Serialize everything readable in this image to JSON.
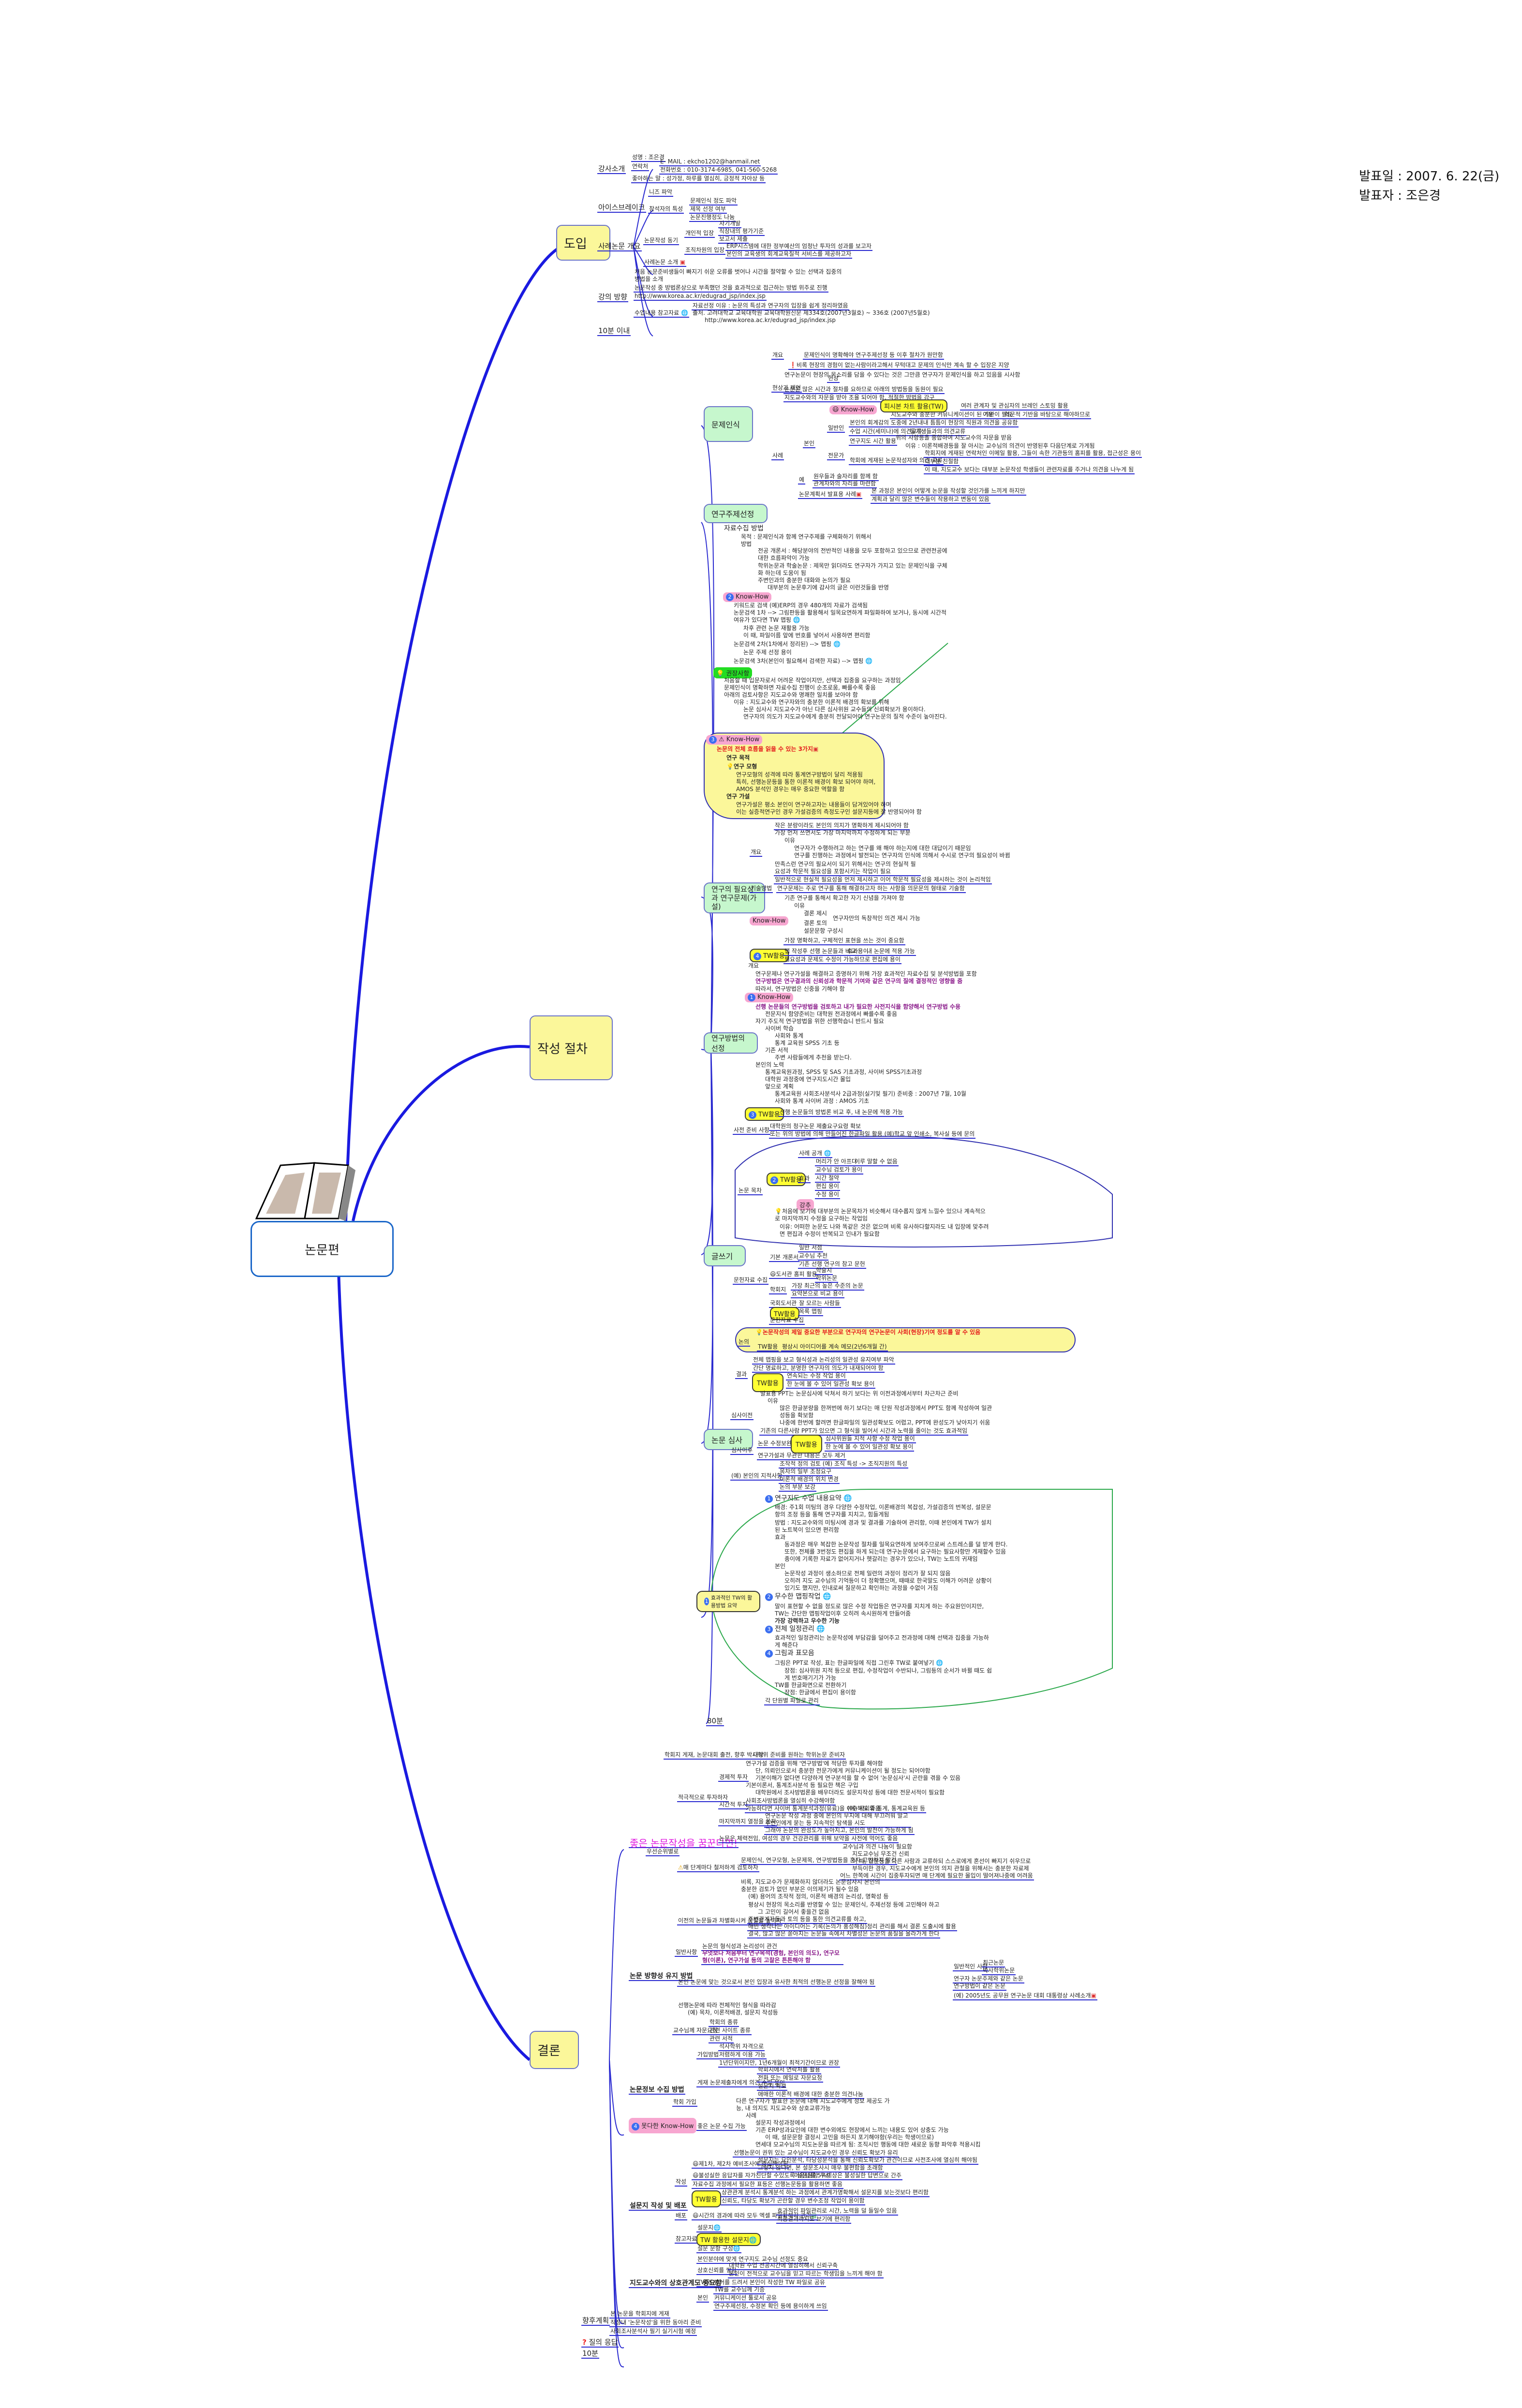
{
  "header": {
    "date": "발표일 : 2007. 6. 22(금)",
    "presenter": "발표자 : 조은경"
  },
  "central": {
    "label": "논문편"
  },
  "sections": {
    "intro": {
      "label": "도입",
      "instructor": {
        "label": "강사소개",
        "name": "성명 : 조은경",
        "contact": "연락처",
        "email": "E- MAIL : ekcho1202@hanmail.net",
        "phone": "전화번호 : 010-3174-6985, 041-560-5268",
        "motto": "좋아하는 말 : 성가정, 하루를 열심히,  긍정적 자아상 등"
      },
      "icebreak": {
        "label": "아이스브레이크",
        "needs": "니즈 파악",
        "traits": "참석자의 특성",
        "t1": "문제인식 정도 파악",
        "t2": "제목 선정 여부",
        "t3": "논문진행정도 나눔"
      },
      "case": {
        "label": "사례논문 개요",
        "motive": "논문작성 동기",
        "personal": "개인적 입장",
        "p1": "자기개발",
        "p2": "직장내의 평가기준",
        "p3": "보고서 제출",
        "org": "조직차원의 입장",
        "o1": "ERP시스템에 대한 정부예산의 엄청난 투자의 성과를 보고자",
        "o2": "본인의 교육생의 회계교육질적 서비스를 제공하고자",
        "intro": "사례논문 소개"
      },
      "direction": {
        "label": "강의 방향",
        "d1": "처음 논문준비생들이 빠지기 쉬운 오류를 벗어나 시간을 절약할 수 있는 선택과 집중의 방법을 소개",
        "d2": "논문작성 중 방법론상으로 부족했던 것을 효과적으로 접근하는 방법 위주로 진행",
        "url": "http://www.korea.ac.kr/edugrad_jsp/index.jsp",
        "ref": "수업내용 참고자료",
        "r1": "자료선정 이유 : 논문의 특성과 연구자의 입장을 쉽게 정리하였음",
        "r2": "출처. 고려대학교 교육대학원 교육대학원신문 제334호(2007년3월호) ~ 336호 (2007년5월호)",
        "r3": "http://www.korea.ac.kr/edugrad_jsp/index.jsp"
      },
      "time": "10분 이내"
    },
    "process": {
      "label": "작성 절차",
      "problem": {
        "label": "문제인식",
        "overview": "개요",
        "overview_text": "문제인식이 명확해야 연구주제선정 등 이후 절차가 원만함",
        "status": "현상과 제언",
        "phenomenon": "현상",
        "ph1": "비록 현장의 경험이 없는사람이라고해서 무턱대고 문제의 인식만 계속 할 수 입장은 지양",
        "ph2": "연구논문이 현장의 목소리를 담을 수 있다는 것은 그만큼 연구자가 문제인식을 하고 있음을 시사함",
        "ph3": "논문은 많은 시간과 절차를 요하므로 아래의 방법등을 동원이 필요",
        "ph4": "지도교수와의 자문을 받아 조율 되어야 함, 적절한 방법을 강구",
        "knowhow": "Know-How",
        "fishbone": "피시본 차트 활용(TW)",
        "fb1": "여러 관계자 및 관심자의 브레인 스토밍 활용",
        "comm": "지도교수와 충분한 커뮤니케이션이 된 기반이 필요",
        "reason": "이유",
        "academic": "학문적 기반을 바탕으로 해야하므로",
        "cases": "사례",
        "self": "본인",
        "general": "일반인",
        "g1": "본인의 회계감의 도중에 2년내내 틈틈이 현장의 직원과 의견을 공유함",
        "g2": "수업 시간(세미나)에 의견교류",
        "g3": "동기생들과의 의견교류",
        "expert": "전문가",
        "e_time": "연구지도 시간 활용",
        "e1": "위의 사항등을 종합하여 지도교수의 자문을 받음",
        "e2": "이유 : 이론적배경등을 잘 아시는 교수님의 의견이 반영된후 다음단계로 가게됨",
        "e_conf": "학회에 게재된 논문작성자와 의견 교류",
        "c1": "학회지에 게재된 연락처인 이메일 활용, 그들이 속한 기관등의 홈피를 활용, 접근성은 용이",
        "c2": "대부분 친절함",
        "c3": "이 때, 지도교수 보다는 대부분 논문작성 학생들이 관련자료를 주거나 의견을 나누게 됨",
        "ex": "예",
        "ex1": "원우들과 술자리를 함께 함",
        "ex2": "관계자와의 자리를 마련함",
        "plan": "논문계획서 발표용 사례",
        "pl1": "본 과정은 본인이 어떻게 논문을 작성할 것인가를 느끼게 하지만",
        "pl2": "계획과 달리 많은 변수들이 작용하고 변동이 있음"
      },
      "topic": {
        "label": "연구주제선정",
        "collect": "자료수집 방법",
        "purpose": "목적 : 문제인식과 함께 연구주제를 구체화하기 위해서",
        "method": "방법",
        "m1": "전공 개론서 : 해당분야의 전반적인 내용을 모두 포함하고 있으므로 관련전공에 대한 흐름파악이 가능",
        "m2": "학위논문과 학술논문 : 제목만 읽더라도 연구자가 가지고 있는 문제인식을 구체화 하는데 도움이 됨",
        "m3": "주변인과의 충분한 대화와 논의가 필요",
        "m3a": "대부분의 논문후기에 감사의 글은 이런것들을 반영",
        "kh2": "Know-How",
        "k1": "키워드로 검색 (예)ERP의 경우 480개의 자료가 검색됨",
        "k2": "논문검색 1차 --> 그림판등을 활용해서 일목요연하게 파일화하여 보거나, 동시에 시간적 여유가 있다면 TW 맵핑",
        "k2a": "차후 관련 논문 재활용 가능",
        "k2b": "이 때, 파일이름 앞에 번호를 넣어서 사용하면 편리함",
        "k3": "논문검색 2차(1차에서 정리된) --> 맵핑",
        "k3a": "논문 주제 선정 용이",
        "k4": "논문검색 3차(본인이 필요해서 검색한 자료) --> 맵핑",
        "rec": "권장사항",
        "r1": "처음할 때 입문자로서 어려운 작업이지만, 선택과 집중을 요구하는 과정임",
        "r2": "문제인식이 명확하면 자료수집 진행이 순조로움, 빠를수록 좋음",
        "r3": "아래의 검토사항은 지도교수와 명쾌한 일치를 보아야 함",
        "r3a": "이유 : 지도교수와 연구자와의 충분한 이론적 배경의 확보를 위해",
        "r3b": "논문 심사시 지도교수가 아닌 다른 심사위원 교수들의 신뢰확보가 용이하다.",
        "r3c": "연구자의 의도가 지도교수에게 충분히 전달되어야 연구논문의 질적 수준이 높아진다.",
        "kh3": "Know-How",
        "flow": "논문의 전체 흐름을 읽을 수 있는 3가지",
        "f1": "연구 목적",
        "f2": "연구 모형",
        "f2a": "연구모형의 성격에 따라 통계연구방법이 달리 적용됨",
        "f2b": "특히, 선행논문등을 통한 이론적 배경이 확보 되어야 하며, AMOS 분석인 경우는 매우 중요한 역할을 함",
        "f3": "연구 가설",
        "f3a": "연구가설은 평소 본인이 연구하고자는 내용들이 담겨있어야 하며",
        "f3b": "이는 실증적연구인 경우 가설검증의 측정도구인 설문지등에 잘 반영되어야 함"
      },
      "necessity": {
        "label": "연구의 필요성과 연구문제(가설)",
        "overview": "개요",
        "o1": "작은 분량이라도 본인의 의지가 명확하게 제시되어야 함",
        "o2": "가장 먼저 쓰면서도 가장 마지막까지 수정하게 되는 부분",
        "reason": "이유",
        "o2a": "연구자가 수행하려고 하는 연구를 왜 해야 하는지에 대한 대답이기 때문임",
        "o2b": "연구를 진행하는 과정에서 발전되는 연구자의 인식에 의해서 수시로 연구의 필요성이 바뀜",
        "o3": "만족스런 연구의 필요서이 되기 위해서는 연구의 현실적 필요성과 학문적 필요성을 포함시키는 작업이 필요",
        "o4": "일반적으로 현실적 필요성을 먼저 제시하고 이어 학문적 필요성을 제시하는 것이 논리적임",
        "desc": "기술방법",
        "desc1": "연구문제는 주로 연구를 통해 해결하고자 하는 사항을 의문문의 형태로 기술함",
        "kh": "Know-How",
        "k1": "기존 연구를 통해서 확고한 자기 신념을 가져야 함",
        "k1r": "이유",
        "k1a": "결론 제시",
        "k1b": "결론 토의",
        "k1c": "설문문항 구성시",
        "k1d": "연구자만의 독창적인 의견 제시 가능",
        "k2": "가장 명확하고, 구체적인 표현을 쓰는 것이 중요함",
        "tw": "TW활용",
        "tw1": "맵 작성후 선행 논문들과 비교 용이",
        "tw1e": "효과",
        "tw1f": "내 논문에 적용 가능",
        "tw2": "필요성과 문제도 수정이 가능하므로 편집에 용이"
      },
      "method": {
        "label": "연구방법의 선정",
        "overview": "개요",
        "o1": "연구문제나 연구가설을 해결하고 증명하기 위해 가장 효과적인 자료수집 및 분석방법을 포함",
        "o2": "연구방법은 연구결과의 신뢰성과 학문적 기여와 같은 연구의 질에 결정적인 영향을 줌",
        "o3": "따라서, 연구방법은 신중을 기해야 함",
        "kh": "Know-How",
        "k1": "선행 논문들의 연구방법을 검토하고 내가 필요한 사전지식을 함양해서 연구방법 수용",
        "k1a": "전문지식 함양준비는 대학원 전과정에서 빠를수록 좋음",
        "k2": "자기 주도적 연구방법을 위한 선행학습니 반드시 필요",
        "cyber": "사이버 학습",
        "cy1": "사회와 통계",
        "cy2": "통계 교육원 SPSS 기초 등",
        "books": "기존 서적",
        "b1": "주변 사람들에게 추천을 받는다.",
        "effort": "본인의 노력",
        "ef1": "통계교육원과정, SPSS 및 SAS 기초과정, 사이버 SPSS기초과정",
        "ef2": "대학원 과정중에 연구지도시간 몰입",
        "future": "앞으로 계획",
        "fu1": "통계교육원 사회조사분석사 2급과정(실기및 필기) 준비중 : 2007년 7월, 10월",
        "fu2": "사회와 통계 사이버 과정 : AMOS 기초",
        "tw": "TW활용",
        "tw1": "선행 논문들의 방법론 비교 후, 내 논문에 적용 가능"
      },
      "writing": {
        "label": "글쓰기",
        "prep": "사전 준비 사항",
        "prep1": "대학원의 청구논문 제출요구요령 확보",
        "prep2": "또는 위의 방법에 의해 만들어진 한글파일 활용 (예)학교 앞 인쇄소, 복사실 등에 문의",
        "toc": "논문 목차",
        "tw": "TW활용",
        "case": "사례 공개",
        "effect": "효과",
        "ef0": "머리가 안 아프다",
        "ef0b": "이루 말할 수 없음",
        "ef1": "교수님 검토가 용이",
        "ef2": "시간 절약",
        "ef3": "편집 용이",
        "ef4": "수정 용이",
        "stress": "강추",
        "toc_note": "처음에 보기에 대부분의 논문목차가 비슷해서 대수롭지 않게 느낄수 있으나 계속적으로 마지막까지 수정을 요구하는 작업임",
        "toc_reason": "이유: 어떠한 논문도 나와 똑같은 것은 없으며 비록 유사하다할지라도 내 입장에 맞추려면 편집과 수정이 반복되고 인내가 필요함",
        "lit": "문헌자료 수집",
        "basic": "기본 개론서",
        "bs1": "일반 서점",
        "bs2": "교수님 추천",
        "bs3": "기존 선행 연구의 참고 문헌",
        "lib": "도서관 홈피 활용",
        "lib1": "학술지",
        "lib2": "학위논문",
        "journal": "학회지",
        "j1": "가장 최근의 높은 수준의 논문",
        "j2": "요약본으로 비교 용이",
        "natlib": "국회도서관",
        "nl1": "잘 모르는 사람들",
        "tw2": "TW활용",
        "tw2a": "목록 맵핑",
        "lit2": "문헌자료 수집",
        "disc": "논의",
        "disc1": "논문작성의 제일 중요한 부분으로 연구자의 연구논문이 사회(현장)기여 정도를 알 수 있음",
        "disc_tw": "TW활용",
        "disc2": "평상시 아이디어를 계속 메모(2년6개월 간)",
        "result": "결과",
        "res1": "전체 맵핑을 보고 형식성과 논리성의 일관성 유지여부 파악",
        "res2": "간단 명료하고, 분명한 연구자의 의도가 내재되어야 함",
        "res_tw": "TW활용",
        "res3": "연속되는 수정 작업 용이",
        "res4": "한 눈에 볼 수 있어 일관성 확보 용이"
      },
      "review": {
        "label": "논문 심사",
        "before": "심사이전",
        "b1": "발표용 PPT는 논문심사에 닥쳐서 하기 보다는 위 이전과정에서부터 차근차근 준비",
        "b1r": "이유",
        "b1a": "많은 한글분량을 한꺼번에 하기 보다는 매 단원 작성과정에서 PPT도 함께 작성하여 일관성등을 확보함",
        "b1b": "나중에 한번에 할려면 한글파일의 일관성확보도 어렵고, PPT에 완성도가 낮아지기 쉬움",
        "b2": "기존의 다른사람 PPT가 있으면 그 형식을 빌어서 시간과 노력을 줄이는 것도 효과적임",
        "after": "심사이후",
        "a1": "논문 수정보완",
        "a_tw": "TW활용",
        "a1a": "심사위원들 지적 사항 수정 작업 용이",
        "a1b": "한 눈에 볼 수 있어 일관성 확보 용이",
        "a2": "연구가설과 무관한 내용은 모두 제거",
        "mine": "(예) 본인의 지적사항",
        "mi1": "조작적 정의 검토 (예) 조직 특성 -> 조직지원의 특성",
        "mi2": "목차의 일부 조정요구",
        "mi3": "이론적 배경의 위치 변경",
        "mi4": "논의 부분 보강"
      },
      "summary": {
        "label": "효과적인 TW의 활용방법 요약",
        "s1": "연구지도 수업 내용요약",
        "s1a": "배경: 주1회 미팅의 경우 다양한 수정작업, 이론배경의 복잡성, 가설검증의 번복성, 설문문항의 조정 등을 통해 연구자를 지치고, 힘들게됨",
        "s1b": "방법 : 지도교수와의 미팅시에 경과 및 결과를 기술하여 관리함, 이때 본인에게 TW가 설치된 노트북이 있으면 편리함",
        "s1c": "효과",
        "s1c1": "동과정은 매우 복잡한 논문작성 절차를 일목요연하게 보여주므로써 스트레스를 덜 받게 한다.",
        "s1c2": "또한, 전체를 3번정도 편집을 하게 되는데 연구논문에서 요구하는 필요사항만 게재할수 있음",
        "s1c3": "종이에 기록한 자료가 없어지거나 헷갈리는 경우가 있으나, TW는 노트의 귀재임",
        "s1d": "본인",
        "s1d1": "논문작성 과정이 생소하므로 전체 일련의 과정이 정리가 잘 되지 않음",
        "s1d2": "오히려 지도 교수님의 기억등이 더 정확했으며, 때때로 한국말도 이해가 어려운 상황이 있기도 했지만, 인내로써 질문하고 확인하는 과정을 수없이 거침",
        "s2": "무수한 맵핑작업",
        "s2a": "말이 표현할 수 없을 정도로 많은 수정 작업등은 연구자를 지치게 하는 주요원인이지만, TW는 간단한 맵핑작업이후 오히려 속시원하게 만들어줌",
        "s2b": "가장 강력하고 우수한 기능",
        "s3": "전체 일정관리",
        "s3a": "효과적인 일정관리는 논문작성에 부담감을 덜어주고 전과정에 대해 선택과 집중을 가능하게 해준다",
        "s4": "그림과 표모음",
        "s4a": "그림은 PPT로 작성, 표는 한글파일에 직접 그린후 TW로 붙여넣기",
        "s4a1": "장점: 심사위원 지적 등으로 편집, 수정작업이 수반되나, 그림등의 순서가 바뀔 때도 쉽게 번호매기기가 가능",
        "s4b": "TW를 한글화면으로 전환하기",
        "s4b1": "장점: 한글에서 편집이 용이함",
        "s5": "각 단원별 파일로 관리"
      },
      "time": "80분"
    },
    "conclusion": {
      "label": "결론",
      "dream": {
        "label": "좋은 논문작성을 꿈꾼다면!",
        "target": "대상",
        "target1": "학회지 게재, 논문대회 출전, 향후 박사학위 준비를 원하는 학위논문 준비자",
        "priority": "우선순위별로",
        "invest": "적극적으로 투자하자",
        "econ": "경제적 투자",
        "ec1": "연구가설 검증을 위해 '연구방법'에 적당한 투자를 해야함",
        "ec1a": "단, 의뢰인으로서 충분한 전문가에게 커뮤니케이션이 될 정도는 되어야함",
        "ec1b": "기본이해가 없다면 다양하게 연구분석을 할 수 없어 '논문심사'시 곤란을 겪을 수 있음",
        "ec2": "기본이론서, 통계조사분석 등 필요한 책은 구입",
        "ec2a": "대학원에서 조사방법론을 배우더라도 설문지작성 등에 대한 전문서적이 필요함",
        "timeinv": "시간적 투자",
        "ti1": "사회조사방법론을 열심히 수강해야함",
        "ti2": "가능하다면 사이버 통계분석과정(유료)을 이수해도 좋음",
        "ti2a": "(예) 사회와 통계, 통계교육원 등",
        "passion": "마지막까지 열정을 쏟자",
        "pa1": "연구논문 작성 과정 중에 본인의 무지에 대해 부끄러워 말고 주변인에게 묻는 등 지속적인 탐색을 시도",
        "pa2": "그래야 논문의 완성도가 높아지고, 본인의 발전이 가능하게 됨",
        "health": "논문은 체력전임, 여성의 경우 건강관리를 위해 보약을 사전에 먹어도 좋음",
        "review": "매 단계마다 철저하게 검토하자",
        "rv1": "문제인식, 연구모형, 논문제목, 연구방법등을 혼자 고민하지 말것",
        "rv1a": "교수님과 의견 나눔이 필요함",
        "rv1a1": "지도교수님 무조건 신뢰",
        "rv1a2": "이 때, 질문등을 다른 사람과 교류하되 스스로에게 혼선이 빠지기 쉬우므로",
        "rv1a3": "부득이한 경우, 지도교수에게 본인의 의지 관철을 위해서는  충분한 자료제",
        "rv1b": "어느 한쪽에 시간이 집중투자되면 매 단계에 필요한 몰입이 떨어져나중에 어려움",
        "rv2": "비록, 지도교수가 문제화하지 않더라도 논문심사시 본인의 충분한 검토가 없던 부분은 이의제기가 될수 있음",
        "rv2a": "(예) 용어의 조작적 정의, 이론적 배경의 논리성, 명확성 등",
        "diff": "이전의 논문들과 차별화시켜 품질을 높이자",
        "df1": "평상시 현장의 목소리를 반영할 수 있는 문제인식, 주제선정 등에 고민해야 하고",
        "df1a": "그 고민이 길어서 좋을건 없음",
        "df2": "주변관계자들과 토의 등을 통한 의견교류를 하고,",
        "df3": "매번 생각나는 아이디어는 기록(논의가 풍성해짐)정리 관리를 해서 결론 도출시에 활용",
        "df4": "결국,  많고 많은 쏟아지는 논문들 속에서 차별성은 논문의 품질을 올라가게 한다"
      },
      "knowhow": {
        "label": "못다한 Know-How",
        "dir": "논문 방향성 유지 방법",
        "general": "일반사항",
        "g1": "논문의 형식성과 논리성이 관건",
        "g2": "무엇보다 처음부터 연구목적(경험, 본인의 의도), 연구모형(이론), 연구가설 등의 고찰은 튼튼해야 함",
        "select": "본인 논문에 맞는 것으로서 본인 입장과 유사한 최적의 선행논문 선정을 잘해야 됨",
        "sel_gen": "일반적인 사항",
        "sg1": "최근논문",
        "sg2": "박사학위논문",
        "sel2": "연구자 논문주제와 같은 논문",
        "sel3": "연구방법이 같은 논문",
        "sel4": "(예) 2005년도 공무원 연구논문 대회 대통령상 사례소개",
        "follow": "선행논문에 따라 전체적인 형식을 따라감",
        "follow1": "(예) 목차, 이론적배경, 설문지 작성등",
        "info": "논문정보 수집 방법",
        "prof": "교수님께 자문요청",
        "pr1": "학회의 종류",
        "pr2": "관련 사이트 종류",
        "pr3": "관련 서적",
        "join": "학회 가입",
        "jm": "가입방법",
        "jm1": "석사학위 자격으로",
        "jm2": "저렴하게 이용 가능",
        "jm3": "1년단위이지만, 1년6개월이 최적기간이므로 권장",
        "op": "게재 논문제출자에게 의견 수렴 용이",
        "op1": "학회지에서 연락처를 활용",
        "op2": "전화 또는 메일로  자문요청",
        "op3": "설문지 확보",
        "op4": "애매한 이론적 배경에 대한 충분한 의견나눔",
        "good": "좋은 논문 수집 가능",
        "go1": "다른 연구자가 발표한 논문에 대해 지도교수에게 정보 제공도 가능, 내 의지도 지도교수와 상호교류가능",
        "go1r": "사례",
        "go1a": "설문지 작성과정에서",
        "go1b": "기존 ERP성과요인에 대한 변수외에도 현장에서 느끼는 내용도 있어 상충도 가능",
        "go1b1": "이 때, 설문문항 결정시 고민을 하든지 포기해야함(우리는 학생이므로)",
        "go1c": "연세대 모교수님의 지도논문을 따르게 됨: 조직시민 행동에 대한 새로운 동향 파악후 적용시킴",
        "go2": "선행논문이 권위 있는 교수님이 지도교수인 경우 신뢰도 확보가 유리",
        "survey": "설문지 작성 및 배포",
        "sv_write": "작성",
        "sw1": "제1차, 제2차 예비조사에 충실해야됨",
        "sw1a": "설문지는 요인분석, 타당성분석을 통해 신뢰도확보가 관건이므로 사전조사에 열심히 해야됨",
        "sw1b": "그렇지 않다면, 본 설문조사시 매우 불편함을 초래함",
        "sw2": "불성실한 응답자를 자가진단할 수있도록 설문문항 구성",
        "sw2a": "미응답률 5%이상은 불성실한 답변으로 간주",
        "sw3": "자료수집 과정에서 필요한 표등은 선행논문등을 활용하면 좋음",
        "sw_tw": "TW활용",
        "sw4": "상관관계 분석시 통계분석 하는 과정에서 관계가명확해서 설문지를 보는것보다 편리함",
        "sw5": "신뢰도, 타당도 확보가 곤란할 경우 변수조정 작업이 용이함",
        "sv_dist": "배포",
        "sd1": "시간의 경과에 따라 모두 엑셀 파일화해서 관리",
        "sd1a": "효과적인 파일관리로 시간, 노력을 덜 들일수 있음",
        "sd1b": "최종결과까지도 보기에 편리함",
        "sv_ref": "참고자료",
        "sr1": "설문지",
        "sr2": "TW 활용한 설문지",
        "sr3": "설문 문항 구성",
        "advisor": "지도교수와의 상호관계도 중요함",
        "ad1": "본인분야에 맞게 연구지도 교수님 선정도 중요",
        "ad2": "상호신뢰를 쌓자",
        "ad2a": "대학원 수업 전공시간에 열심히해서 신뢰구축",
        "ad2b": "본인이 전적으로 교수님을 믿고 따르는 학생임을 느끼게 해야 함",
        "ad3": "TW의 뷰어를 드려서 본인이 작성한 TW 파일로 공유",
        "ad4": "본인",
        "ad4a": "TW를 교수님께 기증",
        "ad4b": "커뮤니케이션 툴로서 공유",
        "ad4c": "연구주제선정, 수정본 확인 등에 용이하게 쓰임"
      },
      "future": {
        "label": "향후계획",
        "f1": "본 논문을 학회지에 게재",
        "f2": "직장내 '논문작성'을 위한 동아리 준비",
        "f3": "사회조사분석사 필기 실기시험 예정"
      },
      "qa": "질의 응답",
      "time": "10분"
    }
  }
}
